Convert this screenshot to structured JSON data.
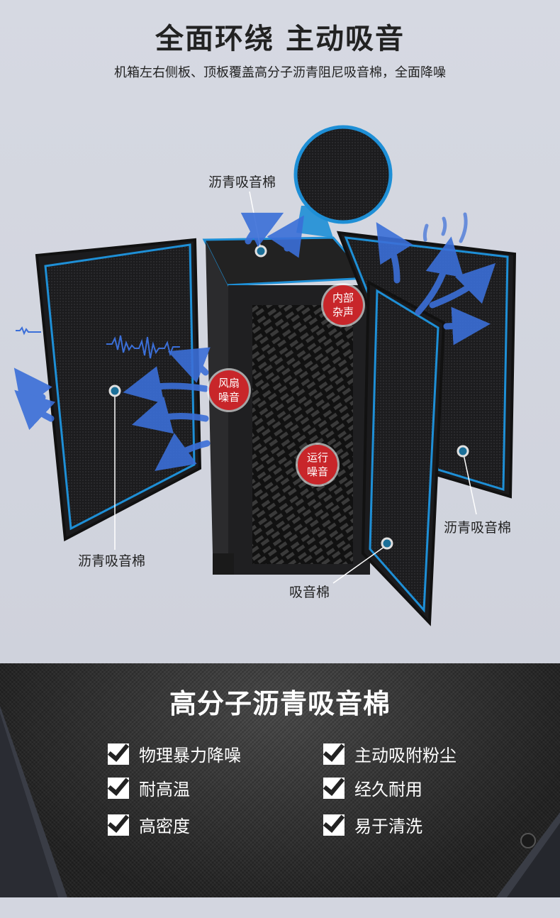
{
  "header": {
    "title": "全面环绕 主动吸音",
    "subtitle": "机箱左右侧板、顶板覆盖高分子沥青阻尼吸音棉，全面降噪"
  },
  "callouts": {
    "top": "沥青吸音棉",
    "left": "沥青吸音棉",
    "right": "沥青吸音棉",
    "door": "吸音棉"
  },
  "badges": {
    "internal": [
      "内部",
      "杂声"
    ],
    "fan": [
      "风扇",
      "噪音"
    ],
    "running": [
      "运行",
      "噪音"
    ]
  },
  "colors": {
    "accent_blue": "#1e8fd6",
    "badge_red": "#c8262a",
    "arrow_blue": "#3b6fd8"
  },
  "material": {
    "title": "高分子沥青吸音棉",
    "features_left": [
      "物理暴力降噪",
      "耐高温",
      "高密度"
    ],
    "features_right": [
      "主动吸附粉尘",
      "经久耐用",
      "易于清洗"
    ]
  }
}
